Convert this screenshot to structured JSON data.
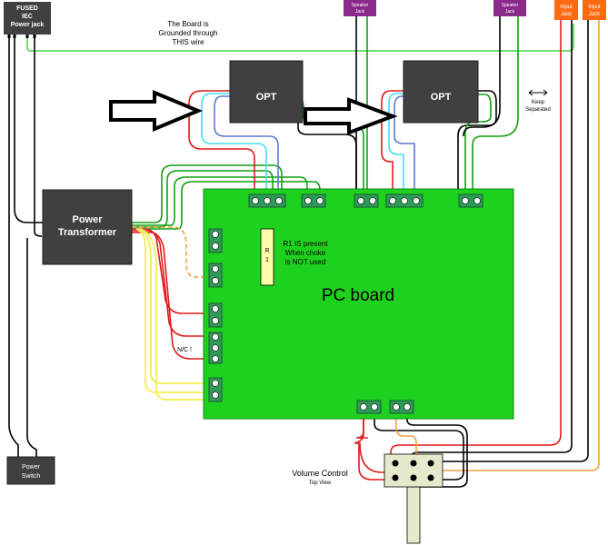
{
  "labels": {
    "iec_line1": "FUSED",
    "iec_line2": "IEC",
    "iec_line3": "Power jack",
    "ground_line1": "The Board is",
    "ground_line2": "Grounded through",
    "ground_line3": "THIS wire",
    "speaker_jack_a_line1": "Speaker",
    "speaker_jack_a_line2": "Jack",
    "speaker_jack_b_line1": "Speaker",
    "speaker_jack_b_line2": "Jack",
    "input_jack_a_line1": "Input",
    "input_jack_a_line2": "Jack",
    "input_jack_b_line1": "Input",
    "input_jack_b_line2": "Jack",
    "opt_left": "OPT",
    "opt_right": "OPT",
    "keep_separated_line1": "Keep",
    "keep_separated_line2": "Separated",
    "power_transformer_line1": "Power",
    "power_transformer_line2": "Transformer",
    "r1": "R",
    "r1_num": "1",
    "r1_note_line1": "R1 IS present",
    "r1_note_line2": "When choke",
    "r1_note_line3": "is NOT used",
    "pc_board": "PC board",
    "nc": "N/C !",
    "power_switch_line1": "Power",
    "power_switch_line2": "Switch",
    "volume_control": "Volume Control",
    "top_view": "Top View"
  },
  "colors": {
    "board": "#1fd11f",
    "terminal": "#2e9a57",
    "box_dark": "#404040",
    "jack_purple": "#8a2a8a",
    "jack_orange": "#ff6a10",
    "resistor": "#ffffaa",
    "pot": "#e8e8cc",
    "wire_red": "#e01a1a",
    "wire_green": "#10a010",
    "wire_cyan": "#40e0f0",
    "wire_blue": "#5a7ad0",
    "wire_black": "#000000",
    "wire_yellow": "#f5f060",
    "wire_orange": "#f0a040",
    "wire_ground": "#70e070"
  }
}
